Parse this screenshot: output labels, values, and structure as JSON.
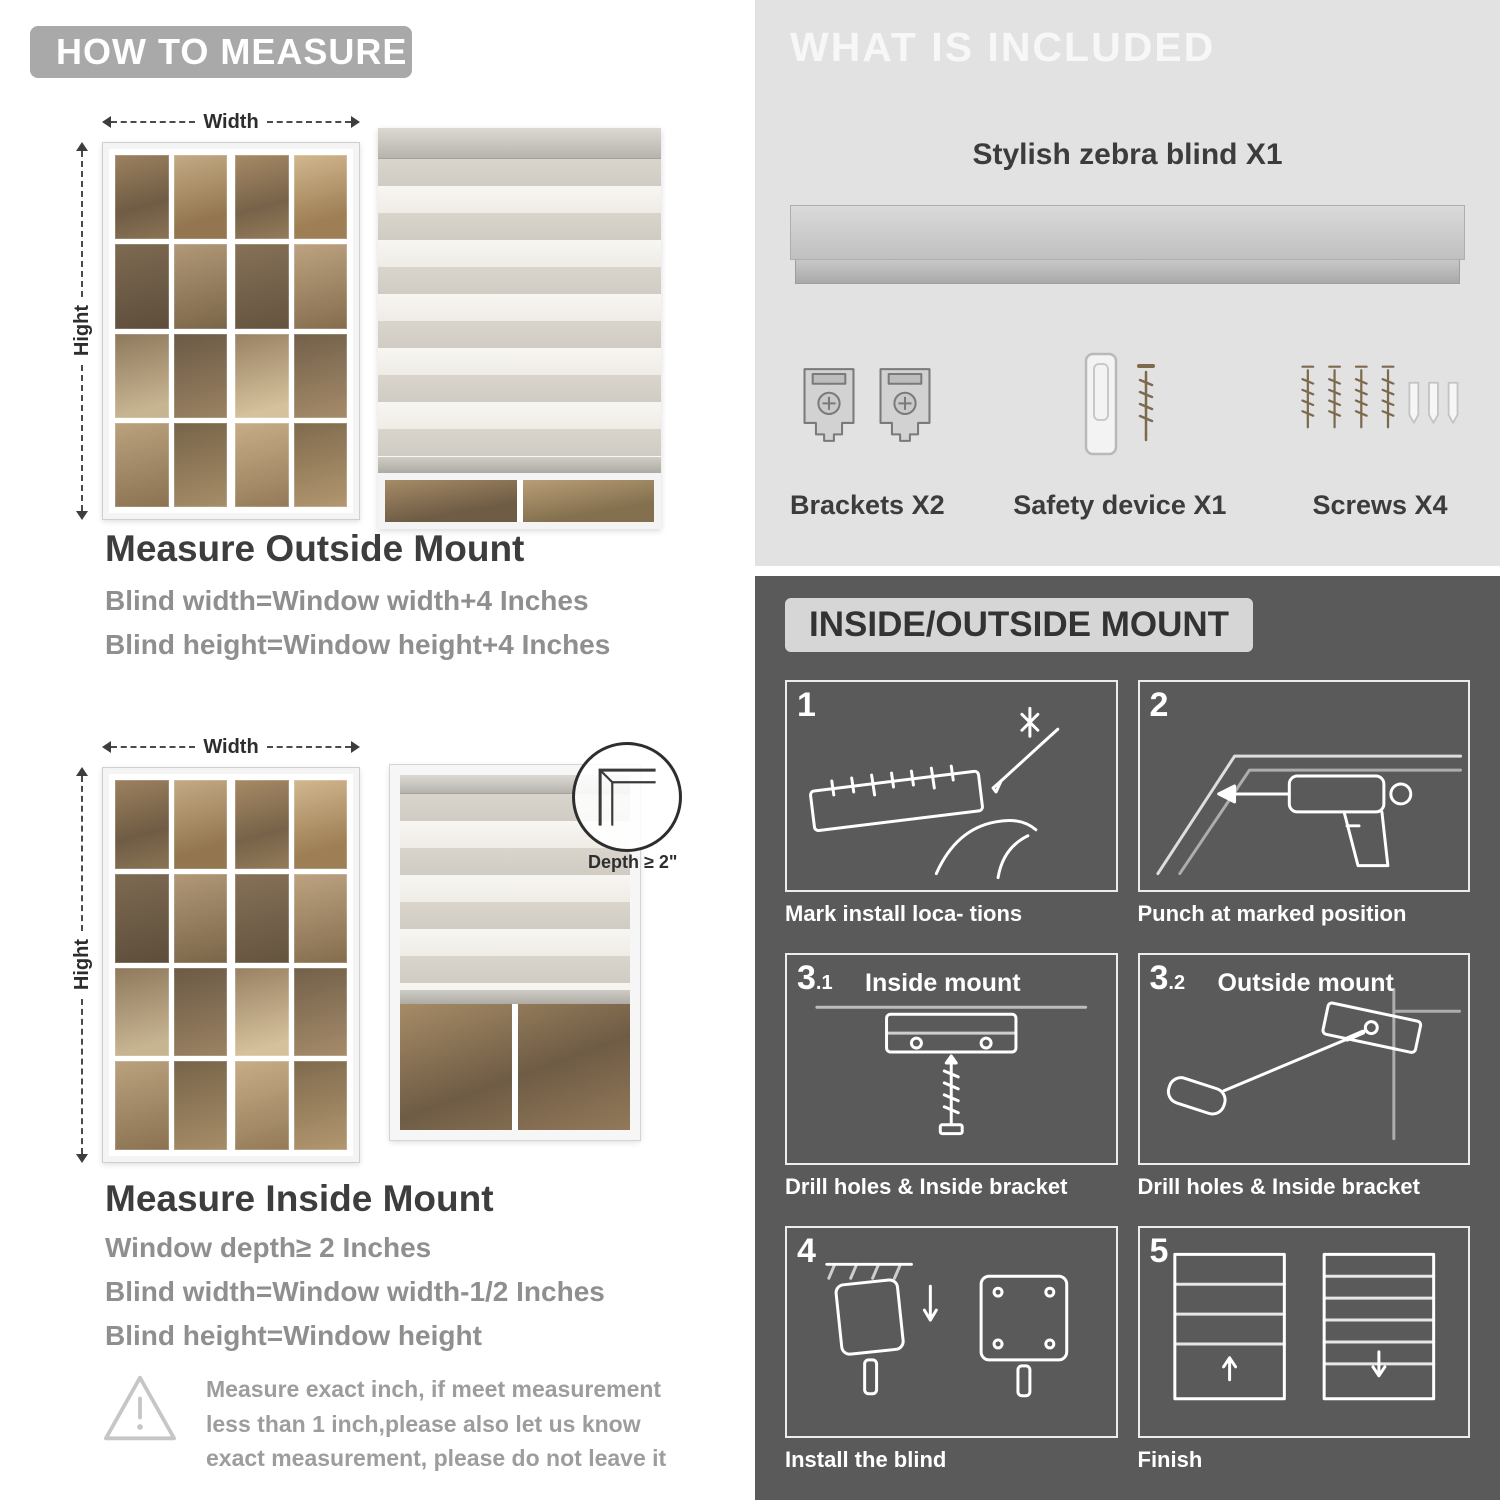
{
  "left": {
    "header": "HOW TO MEASURE",
    "outside": {
      "width_label": "Width",
      "height_label": "Hight",
      "title": "Measure Outside Mount",
      "lines": [
        "Blind width=Window width+4 Inches",
        "Blind height=Window height+4 Inches"
      ]
    },
    "inside": {
      "width_label": "Width",
      "height_label": "Hight",
      "depth_label": "Depth ≥ 2\"",
      "title": "Measure Inside Mount",
      "lines": [
        "Window depth≥ 2 Inches",
        "Blind width=Window width-1/2 Inches",
        "Blind height=Window height"
      ]
    },
    "note": "Measure exact inch, if meet measurement less than 1 inch,please also let us know exact measurement, please do not leave it"
  },
  "right": {
    "included": {
      "header": "WHAT IS INCLUDED",
      "blind_label": "Stylish zebra blind X1",
      "items": [
        {
          "label": "Brackets X2"
        },
        {
          "label": "Safety device X1"
        },
        {
          "label": "Screws X4"
        }
      ]
    },
    "mount": {
      "header": "INSIDE/OUTSIDE MOUNT",
      "steps": [
        {
          "num": "1",
          "sub": "",
          "label": "",
          "caption": "Mark install loca- tions"
        },
        {
          "num": "2",
          "sub": "",
          "label": "",
          "caption": "Punch at  marked position"
        },
        {
          "num": "3",
          "sub": ".1",
          "label": "Inside mount",
          "caption": "Drill holes &  Inside bracket"
        },
        {
          "num": "3",
          "sub": ".2",
          "label": "Outside mount",
          "caption": "Drill holes &  Inside bracket"
        },
        {
          "num": "4",
          "sub": "",
          "label": "",
          "caption": "Install the blind"
        },
        {
          "num": "5",
          "sub": "",
          "label": "",
          "caption": "Finish"
        }
      ]
    }
  },
  "icons": [
    "warning-triangle-icon",
    "corner-depth-icon",
    "bracket-icon",
    "safety-device-icon",
    "screws-icon",
    "mark-locations-icon",
    "drill-icon",
    "inside-bracket-screw-icon",
    "outside-bracket-screwdriver-icon",
    "install-blind-icon",
    "finish-blinds-icon"
  ],
  "colors": {
    "left_header_bg": "#a9a9a9",
    "included_bg": "#e2e2e2",
    "mount_bg": "#5a5a5a",
    "mount_header_bg": "#d6d6d6",
    "text_dark": "#3d3d3d",
    "text_gray": "#8f8f8f",
    "line_art": "#ffffff"
  }
}
